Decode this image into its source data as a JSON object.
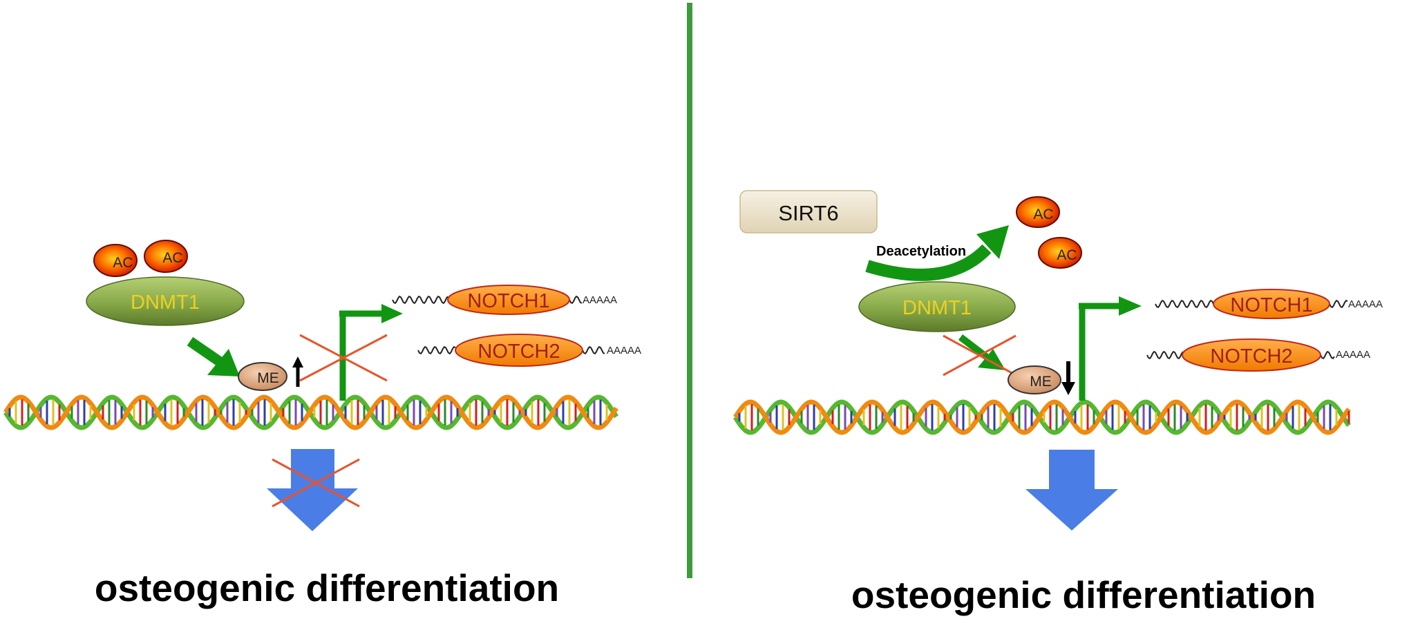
{
  "left_panel": {
    "ac_labels": [
      "AC",
      "AC"
    ],
    "dnmt1_label": "DNMT1",
    "me_label": "ME",
    "notch_labels": [
      "NOTCH1",
      "NOTCH2"
    ],
    "polya_labels": [
      "AAAAA",
      "AAAAA"
    ],
    "outcome_label": "osteogenic differentiation"
  },
  "right_panel": {
    "sirt6_label": "SIRT6",
    "deacetylation_label": "Deacetylation",
    "ac_labels": [
      "AC",
      "AC"
    ],
    "dnmt1_label": "DNMT1",
    "me_label": "ME",
    "notch_labels": [
      "NOTCH1",
      "NOTCH2"
    ],
    "polya_labels": [
      "AAAAA",
      "AAAAA"
    ],
    "outcome_label": "osteogenic differentiation"
  },
  "colors": {
    "green_arrow": "#129612",
    "divider": "#3f9a3f",
    "dnmt1_fill": "#8aaa4a",
    "dnmt1_text": "#f0d020",
    "ac_fill": "#e02000",
    "ac_core": "#ffb000",
    "notch_fill": "#ff8c1a",
    "notch_text": "#a02010",
    "me_fill": "#e0a880",
    "cross": "#e8542a",
    "blue_arrow": "#4a7ee6",
    "sirt6_fill": "#efe6d2",
    "dna_green": "#55b830",
    "dna_orange": "#f08a10"
  }
}
